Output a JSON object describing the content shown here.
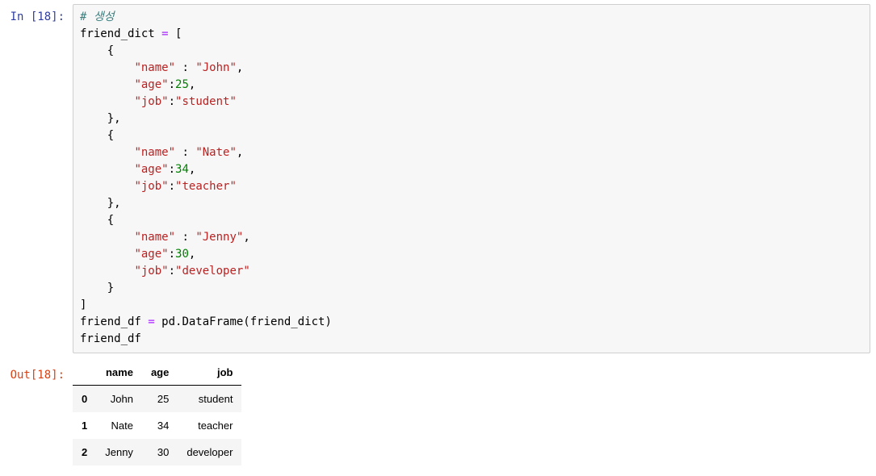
{
  "notebook": {
    "input_prompt": "In [18]:",
    "output_prompt": "Out[18]:",
    "colors": {
      "input_prompt": "#303F9F",
      "output_prompt": "#D84315",
      "comment": "#408080",
      "string": "#BA2121",
      "number": "#008000",
      "operator": "#AA22FF",
      "code_text": "#000000",
      "cell_background": "#f7f7f7",
      "cell_border": "#cfcfcf",
      "table_stripe": "#f5f5f5"
    },
    "code": {
      "lines": [
        [
          {
            "type": "comment",
            "text": "# 생성"
          }
        ],
        [
          {
            "type": "plain",
            "text": "friend_dict "
          },
          {
            "type": "operator",
            "text": "="
          },
          {
            "type": "plain",
            "text": " ["
          }
        ],
        [
          {
            "type": "plain",
            "text": "    {"
          }
        ],
        [
          {
            "type": "plain",
            "text": "        "
          },
          {
            "type": "string",
            "text": "\"name\""
          },
          {
            "type": "plain",
            "text": " : "
          },
          {
            "type": "string",
            "text": "\"John\""
          },
          {
            "type": "plain",
            "text": ","
          }
        ],
        [
          {
            "type": "plain",
            "text": "        "
          },
          {
            "type": "string",
            "text": "\"age\""
          },
          {
            "type": "plain",
            "text": ":"
          },
          {
            "type": "number",
            "text": "25"
          },
          {
            "type": "plain",
            "text": ","
          }
        ],
        [
          {
            "type": "plain",
            "text": "        "
          },
          {
            "type": "string",
            "text": "\"job\""
          },
          {
            "type": "plain",
            "text": ":"
          },
          {
            "type": "string",
            "text": "\"student\""
          }
        ],
        [
          {
            "type": "plain",
            "text": "    },"
          }
        ],
        [
          {
            "type": "plain",
            "text": "    {"
          }
        ],
        [
          {
            "type": "plain",
            "text": "        "
          },
          {
            "type": "string",
            "text": "\"name\""
          },
          {
            "type": "plain",
            "text": " : "
          },
          {
            "type": "string",
            "text": "\"Nate\""
          },
          {
            "type": "plain",
            "text": ","
          }
        ],
        [
          {
            "type": "plain",
            "text": "        "
          },
          {
            "type": "string",
            "text": "\"age\""
          },
          {
            "type": "plain",
            "text": ":"
          },
          {
            "type": "number",
            "text": "34"
          },
          {
            "type": "plain",
            "text": ","
          }
        ],
        [
          {
            "type": "plain",
            "text": "        "
          },
          {
            "type": "string",
            "text": "\"job\""
          },
          {
            "type": "plain",
            "text": ":"
          },
          {
            "type": "string",
            "text": "\"teacher\""
          }
        ],
        [
          {
            "type": "plain",
            "text": "    },"
          }
        ],
        [
          {
            "type": "plain",
            "text": "    {"
          }
        ],
        [
          {
            "type": "plain",
            "text": "        "
          },
          {
            "type": "string",
            "text": "\"name\""
          },
          {
            "type": "plain",
            "text": " : "
          },
          {
            "type": "string",
            "text": "\"Jenny\""
          },
          {
            "type": "plain",
            "text": ","
          }
        ],
        [
          {
            "type": "plain",
            "text": "        "
          },
          {
            "type": "string",
            "text": "\"age\""
          },
          {
            "type": "plain",
            "text": ":"
          },
          {
            "type": "number",
            "text": "30"
          },
          {
            "type": "plain",
            "text": ","
          }
        ],
        [
          {
            "type": "plain",
            "text": "        "
          },
          {
            "type": "string",
            "text": "\"job\""
          },
          {
            "type": "plain",
            "text": ":"
          },
          {
            "type": "string",
            "text": "\"developer\""
          }
        ],
        [
          {
            "type": "plain",
            "text": "    }"
          }
        ],
        [
          {
            "type": "plain",
            "text": "]"
          }
        ],
        [
          {
            "type": "plain",
            "text": "friend_df "
          },
          {
            "type": "operator",
            "text": "="
          },
          {
            "type": "plain",
            "text": " pd.DataFrame(friend_dict)"
          }
        ],
        [
          {
            "type": "plain",
            "text": "friend_df"
          }
        ]
      ]
    },
    "output_table": {
      "index_header": "",
      "columns": [
        "name",
        "age",
        "job"
      ],
      "rows": [
        {
          "index": "0",
          "cells": [
            "John",
            "25",
            "student"
          ]
        },
        {
          "index": "1",
          "cells": [
            "Nate",
            "34",
            "teacher"
          ]
        },
        {
          "index": "2",
          "cells": [
            "Jenny",
            "30",
            "developer"
          ]
        }
      ]
    }
  }
}
